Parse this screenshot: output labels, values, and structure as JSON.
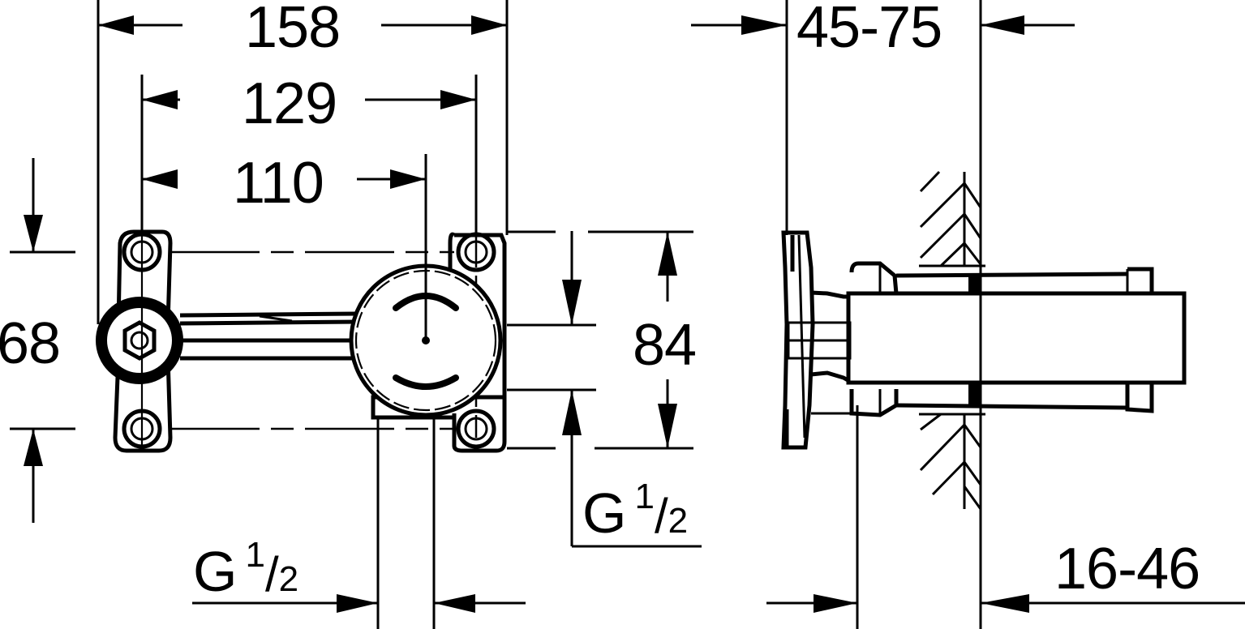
{
  "diagram": {
    "type": "technical-dimension-drawing",
    "front_view": {
      "dimensions": {
        "overall_width": "158",
        "mount_width": "129",
        "center_offset": "110",
        "left_height": "68",
        "right_height": "84"
      },
      "thread_labels": [
        {
          "letter": "G",
          "numerator": "1",
          "slash": "/",
          "denominator": "2",
          "position": "bottom"
        },
        {
          "letter": "G",
          "numerator": "1",
          "slash": "/",
          "denominator": "2",
          "position": "right"
        }
      ]
    },
    "side_view": {
      "dimensions": {
        "install_depth": "45-75",
        "wall_range": "16-46"
      }
    }
  }
}
